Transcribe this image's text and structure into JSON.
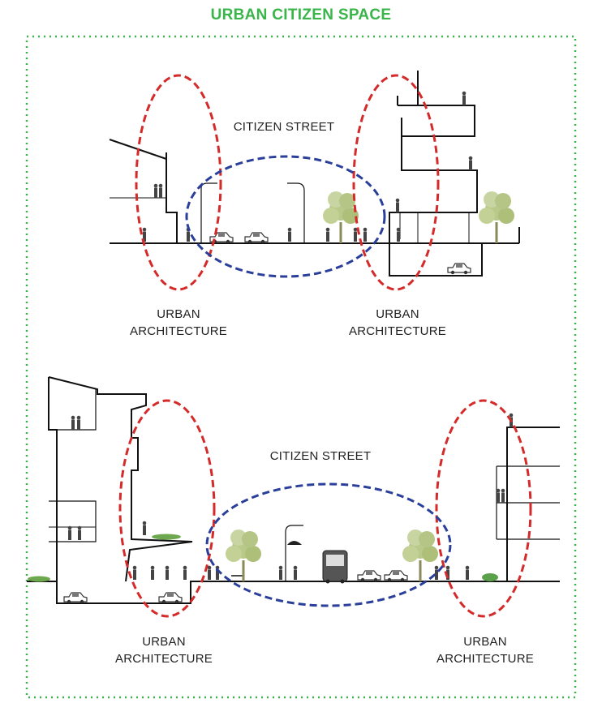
{
  "diagram": {
    "title": "URBAN CITIZEN SPACE",
    "top_section": {
      "street_label": "CITIZEN STREET",
      "left_label_line1": "URBAN",
      "left_label_line2": "ARCHITECTURE",
      "right_label_line1": "URBAN",
      "right_label_line2": "ARCHITECTURE"
    },
    "bottom_section": {
      "street_label": "CITIZEN STREET",
      "left_label_line1": "URBAN",
      "left_label_line2": "ARCHITECTURE",
      "right_label_line1": "URBAN",
      "right_label_line2": "ARCHITECTURE"
    },
    "colors": {
      "frame": "#3ab54a",
      "architecture_ellipse": "#d42a2a",
      "street_ellipse": "#2a3f9a",
      "tree": "#b9c98a",
      "line": "#111111"
    }
  }
}
